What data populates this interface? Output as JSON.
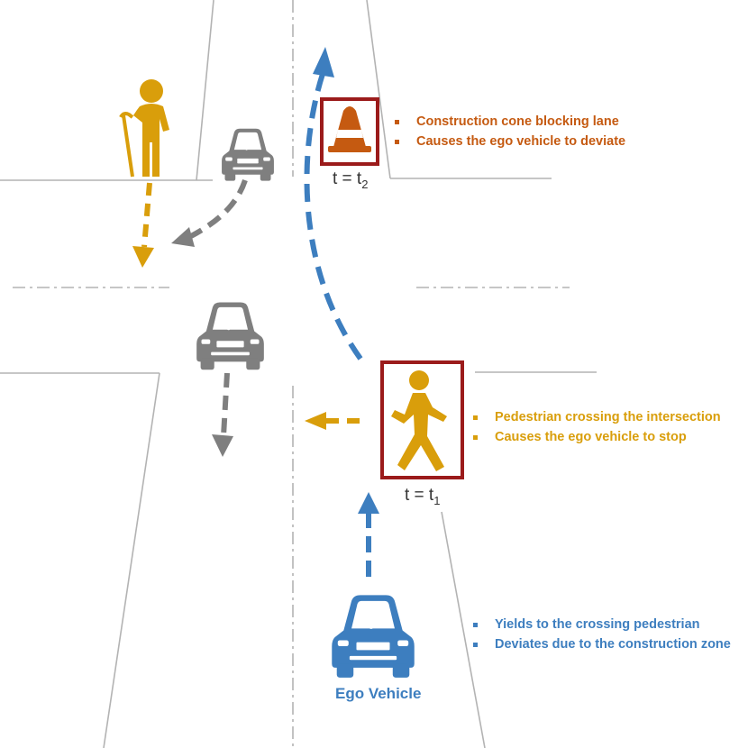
{
  "colors": {
    "road": "#b3b3b3",
    "gray_vehicle": "#7f7f7f",
    "ego_blue": "#3d7ebf",
    "pedestrian_gold": "#d99e0b",
    "cone_orange": "#c55a11",
    "box_red": "#9b1b1b"
  },
  "cone_box": {
    "time_var": "t",
    "time_eq": " = t",
    "time_sub": "2",
    "notes": [
      "Construction cone blocking lane",
      "Causes the ego vehicle to deviate"
    ]
  },
  "pedestrian_box": {
    "time_var": "t",
    "time_eq": " = t",
    "time_sub": "1",
    "notes": [
      "Pedestrian crossing the intersection",
      "Causes the ego vehicle to stop"
    ]
  },
  "ego": {
    "label": "Ego Vehicle",
    "notes": [
      "Yields to the crossing pedestrian",
      "Deviates due to the construction zone"
    ]
  },
  "icons": [
    "elderly-pedestrian-icon",
    "gray-car-icon",
    "traffic-cone-icon",
    "walking-pedestrian-icon",
    "ego-car-icon"
  ]
}
